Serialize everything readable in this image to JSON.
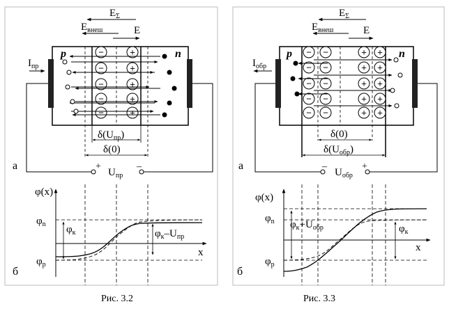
{
  "figures": [
    {
      "id": "fig-3-2",
      "caption": "Рис. 3.2",
      "field_total": {
        "main": "E",
        "sub": "Σ"
      },
      "field_external": {
        "main": "E",
        "sub": "внеш"
      },
      "field_internal": "E",
      "current": {
        "main": "I",
        "sub": "пр"
      },
      "p_label": "p",
      "n_label": "n",
      "width_biased": {
        "pre": "δ(U",
        "sub": "пр",
        "post": ")"
      },
      "width_zero": "δ(0)",
      "voltage": {
        "main": "U",
        "sub": "пр"
      },
      "sign_left": "+",
      "sign_right": "–",
      "label_a": "а",
      "label_b": "б",
      "phi_axis": "φ(x)",
      "x_axis": "x",
      "phi_n": {
        "main": "φ",
        "sub": "n"
      },
      "phi_p": {
        "main": "φ",
        "sub": "p"
      },
      "phi_k": {
        "main": "φ",
        "sub": "к"
      },
      "phi_k_bias": {
        "main": "φ",
        "sub": "к",
        "mid": "–U",
        "sub2": "пр"
      }
    },
    {
      "id": "fig-3-3",
      "caption": "Рис. 3.3",
      "field_total": {
        "main": "E",
        "sub": "Σ"
      },
      "field_external": {
        "main": "E",
        "sub": "внеш"
      },
      "field_internal": "E",
      "current": {
        "main": "I",
        "sub": "обр"
      },
      "p_label": "p",
      "n_label": "n",
      "width_zero": "δ(0)",
      "width_biased": {
        "pre": "δ(U",
        "sub": "обр",
        "post": ")"
      },
      "voltage": {
        "main": "U",
        "sub": "обр"
      },
      "sign_left": "–",
      "sign_right": "+",
      "label_a": "а",
      "label_b": "б",
      "phi_axis": "φ(x)",
      "x_axis": "x",
      "phi_n": {
        "main": "φ",
        "sub": "n"
      },
      "phi_p": {
        "main": "φ",
        "sub": "p"
      },
      "phi_k": {
        "main": "φ",
        "sub": "к"
      },
      "phi_k_bias": {
        "main": "φ",
        "sub": "к",
        "mid": "+U",
        "sub2": "обр"
      }
    }
  ],
  "ion_minus": "−",
  "ion_plus": "+"
}
